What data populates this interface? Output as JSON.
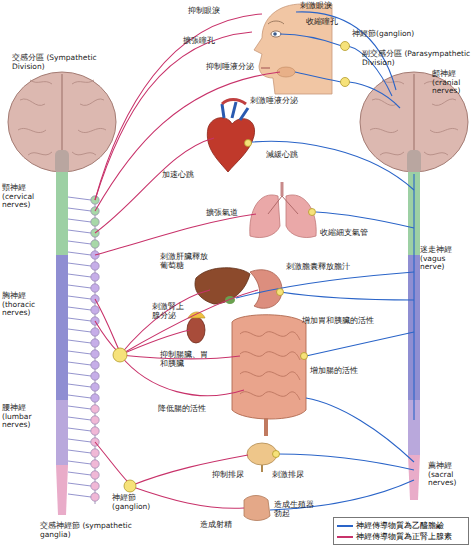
{
  "diagram": {
    "labels": [
      "抑制眼淚",
      "刺激眼淚",
      "擴張瞳孔",
      "收縮瞳孔",
      "神經節(ganglion)",
      "交感分區 (Sympathetic Division)",
      "副交感分區 (Parasympathetic Division)",
      "顱神經 (cranial nerves)",
      "抑制唾液分泌",
      "刺激唾液分泌",
      "加速心跳",
      "減緩心跳",
      "擴張氣道",
      "收縮細支氣管",
      "迷走神經 (vagus nerve)",
      "頸神經 (cervical nerves)",
      "刺激肝臟釋放 葡萄糖",
      "刺激膽囊釋放膽汁",
      "刺激腎上 腺分泌",
      "胸神經 (thoracic nerves)",
      "增加胃和胰臟的活性",
      "抑制腸臟、胃 和胰臟",
      "增加腸的活性",
      "降低腸的活性",
      "腰神經 (lumbar nerves)",
      "薦神經 (sacral nerves)",
      "神經節 (ganglion)",
      "抑制排尿",
      "刺激排尿",
      "造成射精",
      "造成生殖器 勃起",
      "交感神經節 (sympathetic ganglia)"
    ],
    "legend": [
      {
        "text": "神經傳導物質為乙醯膽鹼"
      },
      {
        "text": "神經傳導物質為正腎上腺素"
      }
    ]
  }
}
